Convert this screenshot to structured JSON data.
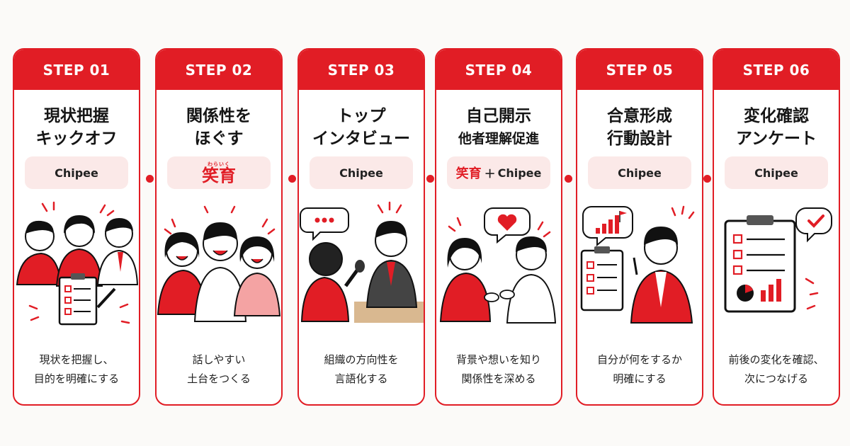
{
  "brand_color": "#e11d25",
  "steps": [
    {
      "step_label": "STEP 01",
      "title_line1": "現状把握",
      "title_line2": "キックオフ",
      "brand": "Chipee",
      "desc_line1": "現状を把握し、",
      "desc_line2": "目的を明確にする",
      "icon": "kickoff-meeting-illustration"
    },
    {
      "step_label": "STEP 02",
      "title_line1": "関係性を",
      "title_line2": "ほぐす",
      "brand": "笑育",
      "brand_ruby": "わらいく",
      "desc_line1": "話しやすい",
      "desc_line2": "土台をつくる",
      "icon": "laughing-people-illustration"
    },
    {
      "step_label": "STEP 03",
      "title_line1": "トップ",
      "title_line2": "インタビュー",
      "brand": "Chipee",
      "desc_line1": "組織の方向性を",
      "desc_line2": "言語化する",
      "icon": "interview-illustration"
    },
    {
      "step_label": "STEP 04",
      "title_line1": "自己開示",
      "title_line2": "他者理解促進",
      "brand": "笑育",
      "brand_plus": "＋",
      "brand2": "Chipee",
      "desc_line1": "背景や想いを知り",
      "desc_line2": "関係性を深める",
      "icon": "conversation-heart-illustration"
    },
    {
      "step_label": "STEP 05",
      "title_line1": "合意形成",
      "title_line2": "行動設計",
      "brand": "Chipee",
      "desc_line1": "自分が何をするか",
      "desc_line2": "明確にする",
      "icon": "goal-planning-illustration"
    },
    {
      "step_label": "STEP 06",
      "title_line1": "変化確認",
      "title_line2": "アンケート",
      "brand": "Chipee",
      "desc_line1": "前後の変化を確認、",
      "desc_line2": "次につなげる",
      "icon": "survey-clipboard-illustration"
    }
  ]
}
